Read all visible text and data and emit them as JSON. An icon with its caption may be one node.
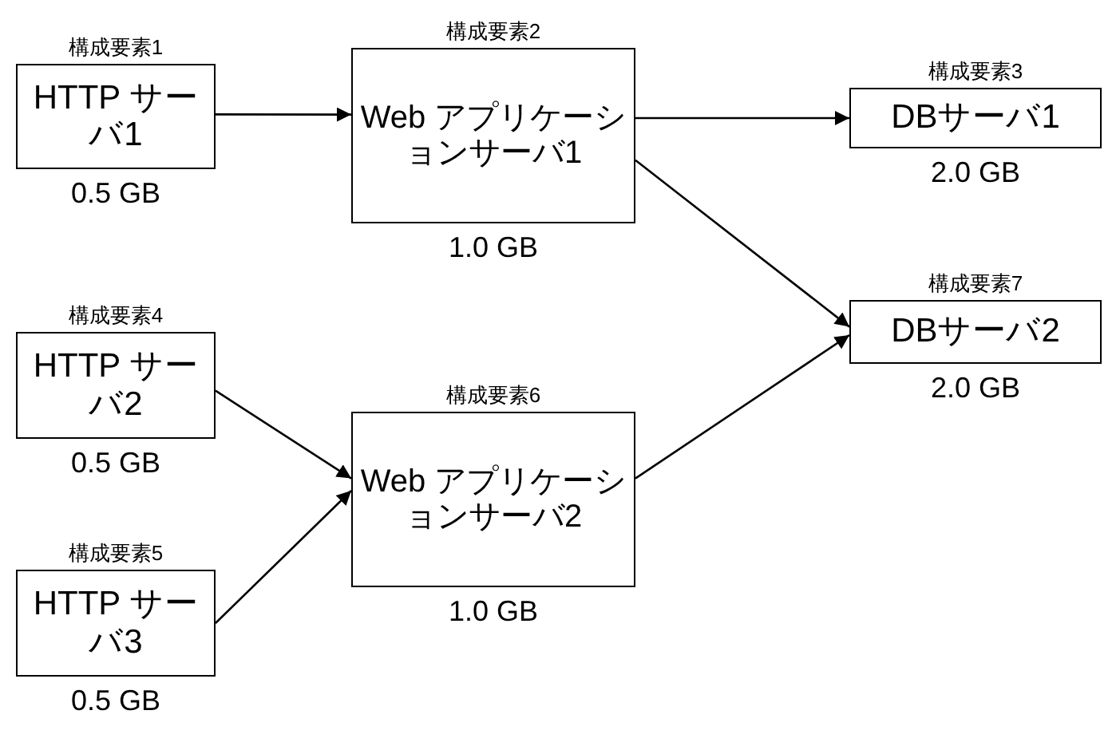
{
  "diagram": {
    "nodes": [
      {
        "text": [
          "構成要素1",
          "HTTP サーバ1"
        ],
        "beside": [
          "0.5 GB"
        ]
      },
      {
        "text": [
          "構成要素2",
          "Web アプリケーションサーバ1"
        ],
        "beside": [
          "1.0 GB"
        ]
      },
      {
        "text": [
          "構成要素3",
          "DBサーバ1"
        ],
        "beside": [
          "2.0 GB"
        ]
      },
      {
        "text": [
          "構成要素4",
          "HTTP サーバ2"
        ],
        "beside": [
          "0.5 GB"
        ]
      },
      {
        "text": [
          "構成要素5",
          "HTTP サーバ3"
        ],
        "beside": [
          "0.5 GB"
        ]
      },
      {
        "text": [
          "構成要素6",
          "Web アプリケーションサーバ2"
        ],
        "beside": [
          "1.0 GB"
        ]
      },
      {
        "text": [
          "構成要素7",
          "DBサーバ2"
        ],
        "beside": [
          "2.0 GB"
        ]
      }
    ],
    "edges": [
      {
        "from": 0,
        "to": 1,
        "arrow": "to"
      },
      {
        "from": 1,
        "to": 2,
        "arrow": "to"
      },
      {
        "from": 1,
        "to": 6,
        "arrow": "to"
      },
      {
        "from": 3,
        "to": 5,
        "arrow": "to"
      },
      {
        "from": 4,
        "to": 5,
        "arrow": "to"
      },
      {
        "from": 5,
        "to": 6,
        "arrow": "to"
      }
    ]
  }
}
